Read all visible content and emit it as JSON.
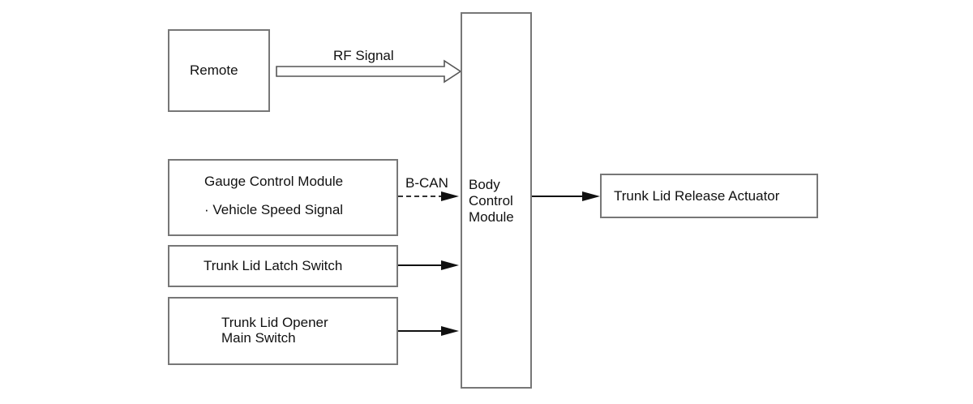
{
  "blocks": {
    "remote": "Remote",
    "gauge_module": "Gauge Control Module",
    "vehicle_speed": "· Vehicle Speed Signal",
    "latch_switch": "Trunk Lid Latch Switch",
    "opener_line1": "Trunk Lid Opener",
    "opener_line2": "Main Switch",
    "bcm_line1": "Body",
    "bcm_line2": "Control",
    "bcm_line3": "Module",
    "actuator": "Trunk Lid Release Actuator"
  },
  "signals": {
    "rf": "RF Signal",
    "bcan": "B-CAN"
  }
}
